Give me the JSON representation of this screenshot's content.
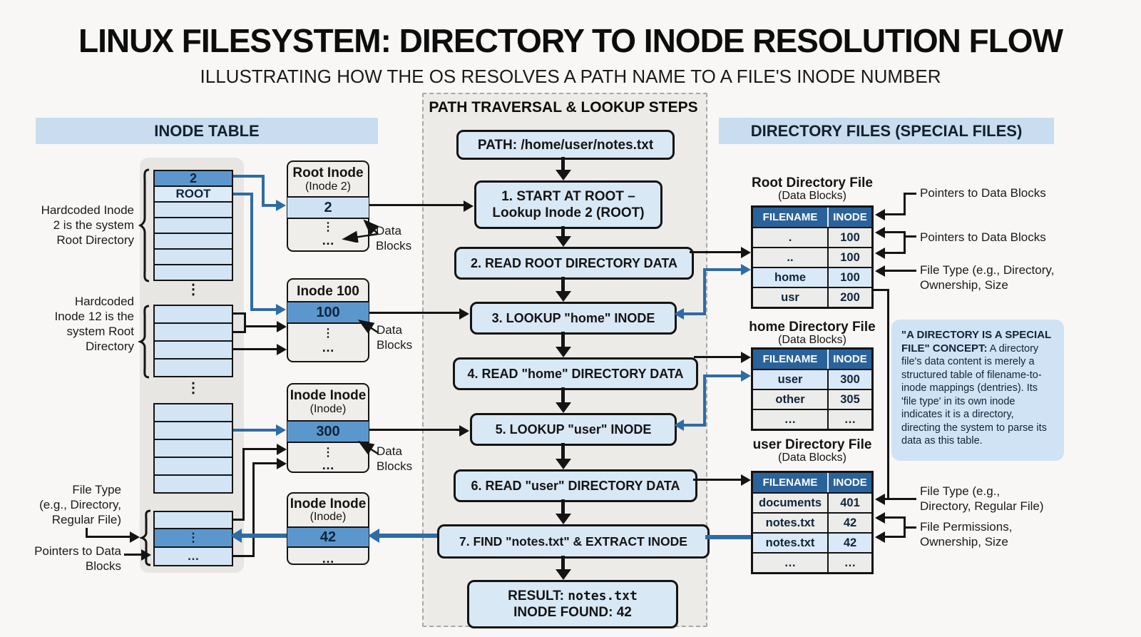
{
  "page": {
    "title": "LINUX FILESYSTEM: DIRECTORY TO INODE RESOLUTION FLOW",
    "subtitle": "ILLUSTRATING HOW THE OS RESOLVES A PATH NAME TO A FILE'S INODE NUMBER"
  },
  "left": {
    "header": "INODE TABLE",
    "cell_2": "2",
    "cell_root": "ROOT",
    "dots": "⋮",
    "ellipsis": "…",
    "label_inode2": [
      "Hardcoded Inode",
      "2 is the system",
      "Root Directory"
    ],
    "label_inode12": [
      "Hardcoded",
      "Inode 12 is the",
      "system Root",
      "Directory"
    ],
    "label_filetype": [
      "File Type",
      "(e.g., Directory,",
      "Regular File)"
    ],
    "label_pointers": [
      "Pointers to Data",
      "Blocks"
    ]
  },
  "boxes": {
    "data_blocks_label": [
      "Data",
      "Blocks"
    ],
    "root_inode": {
      "title": "Root Inode",
      "subtitle": "(Inode 2)",
      "value": "2",
      "dots": "⋮",
      "ellipsis": "…"
    },
    "inode_100": {
      "title": "Inode 100",
      "value": "100",
      "dots": "⋮",
      "ellipsis": "…"
    },
    "inode_300": {
      "title": "Inode Inode",
      "subtitle": "(Inode)",
      "value": "300",
      "dots": "⋮",
      "ellipsis": "…"
    },
    "inode_42": {
      "title": "Inode Inode",
      "subtitle": "(Inode)",
      "value": "42",
      "ellipsis": "…"
    }
  },
  "flow": {
    "header": "PATH TRAVERSAL & LOOKUP STEPS",
    "path": "PATH: /home/user/notes.txt",
    "step1a": "1. START AT ROOT –",
    "step1b": "Lookup Inode 2 (ROOT)",
    "step2": "2. READ ROOT DIRECTORY DATA",
    "step3": "3. LOOKUP \"home\" INODE",
    "step4": "4. READ \"home\" DIRECTORY DATA",
    "step5": "5. LOOKUP \"user\" INODE",
    "step6": "6. READ \"user\" DIRECTORY DATA",
    "step7": "7. FIND \"notes.txt\" & EXTRACT INODE",
    "result_prefix": "RESULT: ",
    "result_file": "notes.txt",
    "result_line2": "INODE FOUND: 42"
  },
  "right": {
    "header": "DIRECTORY FILES (SPECIAL FILES)",
    "col_filename": "FILENAME",
    "col_inode": "INODE",
    "root_dir": {
      "title": "Root Directory File",
      "subtitle": "(Data Blocks)",
      "rows": [
        [
          ".",
          "100"
        ],
        [
          "..",
          "100"
        ],
        [
          "home",
          "100"
        ],
        [
          "usr",
          "200"
        ]
      ]
    },
    "home_dir": {
      "title": "home Directory File",
      "subtitle": "(Data Blocks)",
      "rows": [
        [
          "user",
          "300"
        ],
        [
          "other",
          "305"
        ],
        [
          "…",
          "…"
        ]
      ]
    },
    "user_dir": {
      "title": "user Directory File",
      "subtitle": "(Data Blocks)",
      "rows": [
        [
          "documents",
          "401"
        ],
        [
          "notes.txt",
          "42"
        ],
        [
          "notes.txt",
          "42"
        ],
        [
          "…",
          "…"
        ]
      ]
    },
    "ann_pointers1": "Pointers to Data Blocks",
    "ann_pointers2": "Pointers to Data Blocks",
    "ann_filetype_root": [
      "File Type (e.g., Directory,",
      "Ownership, Size"
    ],
    "ann_filetype_user": [
      "File Type (e.g.,",
      "Directory, Regular File)"
    ],
    "ann_permissions": [
      "File Permissions,",
      "Ownership, Size"
    ]
  },
  "concept": {
    "title": "\"A DIRECTORY IS A SPECIAL FILE\" CONCEPT:",
    "body": " A directory file's data content is merely a structured table of filename-to-inode mappings (dentries). Its 'file type' in its own inode indicates it is a directory, directing the system to parse its data as this table."
  },
  "colors": {
    "accent_blue": "#2d6ca6",
    "section_header_bg": "#c8ddef",
    "table_header_bg": "#2a639b",
    "highlight_row": "#d9e9f7",
    "medium_blue_cell": "#5b97cd",
    "light_blue_cell": "#cfe2f4",
    "step_box_bg": "#d9e8f5",
    "panel_bg": "#edebe8"
  }
}
